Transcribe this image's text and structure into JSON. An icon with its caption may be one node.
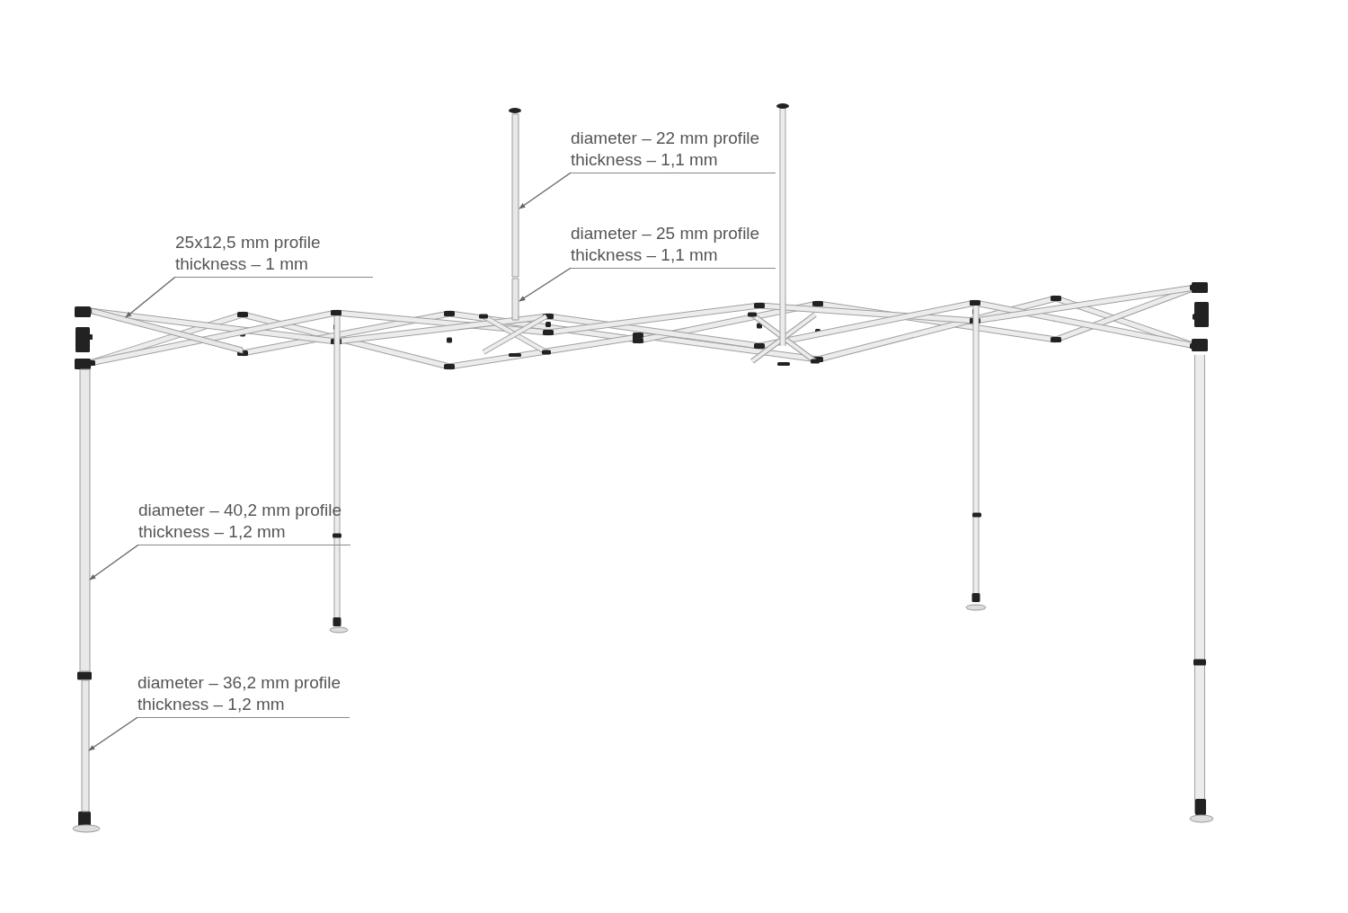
{
  "diagram": {
    "nodes": [
      {
        "text": [
          "diameter – 22 mm profile thickness – 1,1 mm"
        ]
      },
      {
        "text": [],
        "shape": "bar"
      },
      {
        "text": [
          "diameter – 25 mm profile thickness – 1,1 mm"
        ]
      },
      {
        "text": [],
        "shape": "bar"
      },
      {
        "text": [
          "25x12,5 mm profile thickness – 1 mm"
        ]
      },
      {
        "text": [],
        "shape": "bar"
      },
      {
        "text": [
          "diameter – 40,2 mm profile thickness – 1,2 mm"
        ]
      },
      {
        "text": [],
        "shape": "bar"
      },
      {
        "text": [
          "diameter – 36,2 mm profile thickness – 1,2 mm"
        ]
      },
      {
        "text": [],
        "shape": "bar"
      }
    ],
    "edges": [
      {
        "from": 0,
        "to": 1,
        "arrow": "to"
      },
      {
        "from": 2,
        "to": 3,
        "arrow": "to"
      },
      {
        "from": 4,
        "to": 5,
        "arrow": "to"
      },
      {
        "from": 6,
        "to": 7,
        "arrow": "to"
      },
      {
        "from": 8,
        "to": 9,
        "arrow": "to"
      }
    ]
  }
}
